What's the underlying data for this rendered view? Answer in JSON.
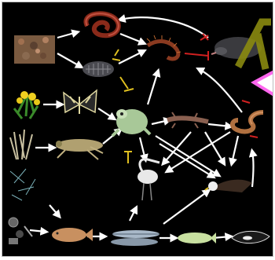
{
  "diagram": {
    "nodes": [
      {
        "id": "leaf-litter",
        "icon": "leaf-litter-icon"
      },
      {
        "id": "earthworm",
        "icon": "earthworm-icon"
      },
      {
        "id": "woodlouse",
        "icon": "woodlouse-icon"
      },
      {
        "id": "centipede",
        "icon": "centipede-icon"
      },
      {
        "id": "mole",
        "icon": "mole-icon"
      },
      {
        "id": "dandelion",
        "icon": "dandelion-icon"
      },
      {
        "id": "butterfly",
        "icon": "butterfly-icon"
      },
      {
        "id": "tree-frog",
        "icon": "tree-frog-icon"
      },
      {
        "id": "newt",
        "icon": "newt-icon"
      },
      {
        "id": "snake",
        "icon": "snake-icon"
      },
      {
        "id": "grass",
        "icon": "grass-icon"
      },
      {
        "id": "grasshopper",
        "icon": "grasshopper-icon"
      },
      {
        "id": "egret",
        "icon": "egret-icon"
      },
      {
        "id": "eagle",
        "icon": "eagle-icon"
      },
      {
        "id": "plankton",
        "icon": "plankton-icon"
      },
      {
        "id": "detritus",
        "icon": "detritus-icon"
      },
      {
        "id": "carp",
        "icon": "carp-icon"
      },
      {
        "id": "sardines",
        "icon": "sardines-icon"
      },
      {
        "id": "mackerel",
        "icon": "mackerel-icon"
      },
      {
        "id": "orca",
        "icon": "orca-icon"
      }
    ],
    "colors": {
      "background": "#000000",
      "arrow": "#ffffff",
      "inhibit_yellow": "#e0c020",
      "inhibit_red": "#d02020",
      "highlight_olive": "#8a8a10",
      "highlight_pink": "#ff66ee"
    }
  }
}
